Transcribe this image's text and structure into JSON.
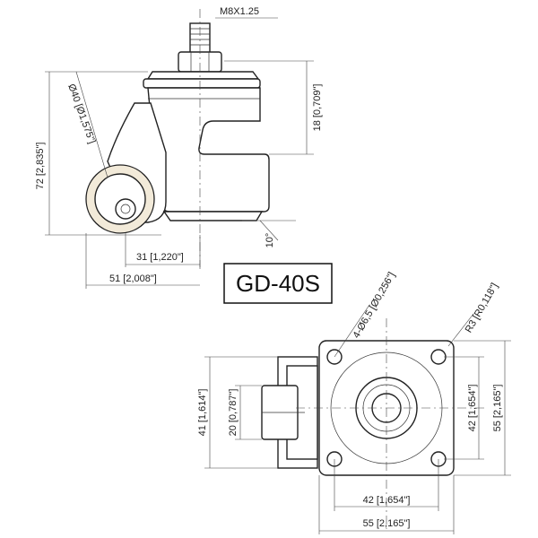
{
  "model": "GD-40S",
  "dims": {
    "thread": "M8X1.25",
    "wheel_dia": "Ø40 [Ø1,575\"]",
    "height_total": "72 [2,835\"]",
    "height_top": "18 [0,709\"]",
    "angle": "10°",
    "offset_31": "31 [1,220\"]",
    "length_51": "51 [2,008\"]",
    "holes": "4-Ø6,5 [Ø0,256\"]",
    "radius": "R3 [R0,118\"]",
    "side_41": "41 [1,614\"]",
    "side_20": "20 [0,787\"]",
    "side_42": "42 [1,654\"]",
    "side_55": "55 [2,165\"]",
    "bottom_42": "42 [1,654\"]",
    "bottom_55": "55 [2,165\"]"
  }
}
